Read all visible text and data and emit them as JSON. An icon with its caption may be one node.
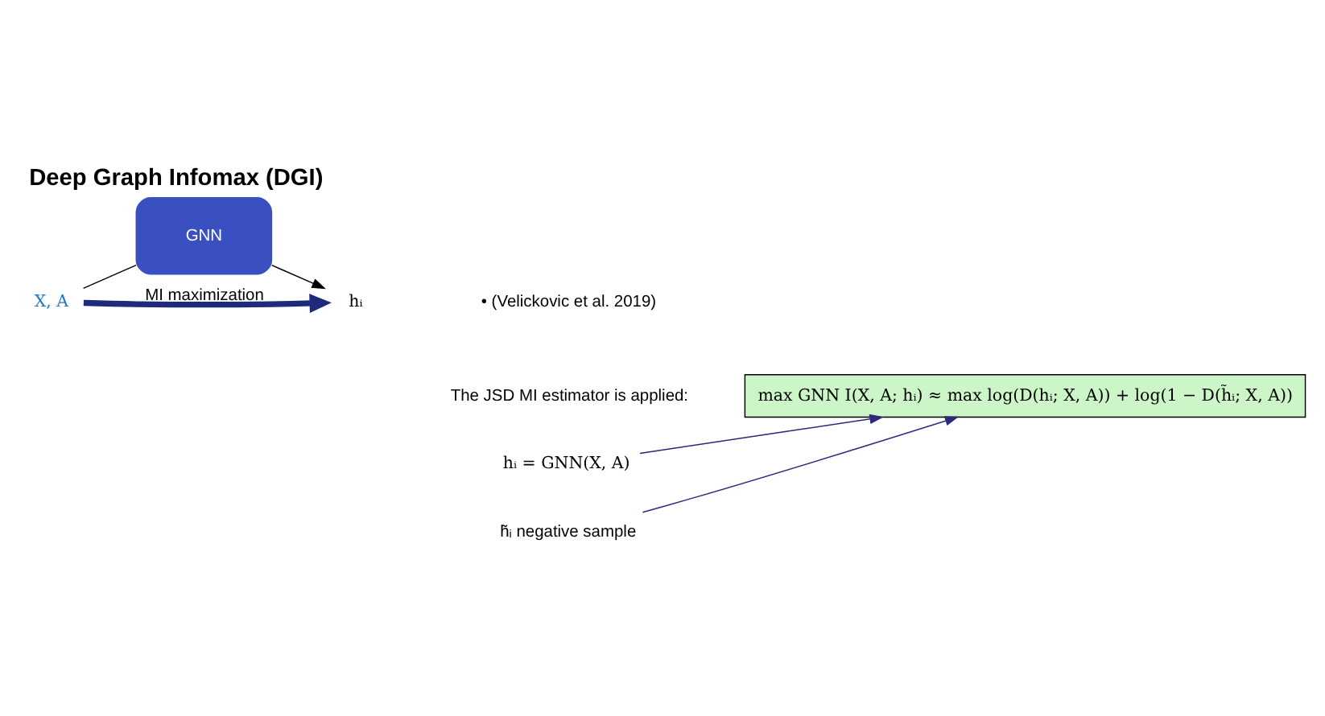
{
  "diagram": {
    "title": "Deep Graph Infomax (DGI)",
    "nodes": [
      {
        "text": [
          "X, A"
        ]
      },
      {
        "text": [
          "GNN"
        ]
      },
      {
        "text": [
          "hᵢ"
        ]
      },
      {
        "text": [
          "max GNN I(X, A; hᵢ) ≈ max log(D(hᵢ; X, A)) + log(1 − D(h̃ᵢ; X, A))"
        ]
      },
      {
        "text": [
          "hᵢ = GNN(X, A)"
        ]
      },
      {
        "text": [
          "h̃ᵢ negative sample"
        ]
      }
    ],
    "edges": [
      {
        "from": 0,
        "to": 1,
        "arrow": "none"
      },
      {
        "from": 1,
        "to": 2,
        "arrow": "to"
      },
      {
        "from": 0,
        "to": 2,
        "arrow": "to",
        "label": "MI maximization",
        "style": "thick",
        "color": "#1f2a7a"
      },
      {
        "from": 4,
        "to": 3,
        "arrow": "to",
        "color": "#2a2a7a"
      },
      {
        "from": 5,
        "to": 3,
        "arrow": "to",
        "color": "#2a2a7a"
      }
    ],
    "labels": [
      "• (Velickovic et al. 2019)",
      "The JSD MI estimator is applied:"
    ]
  }
}
